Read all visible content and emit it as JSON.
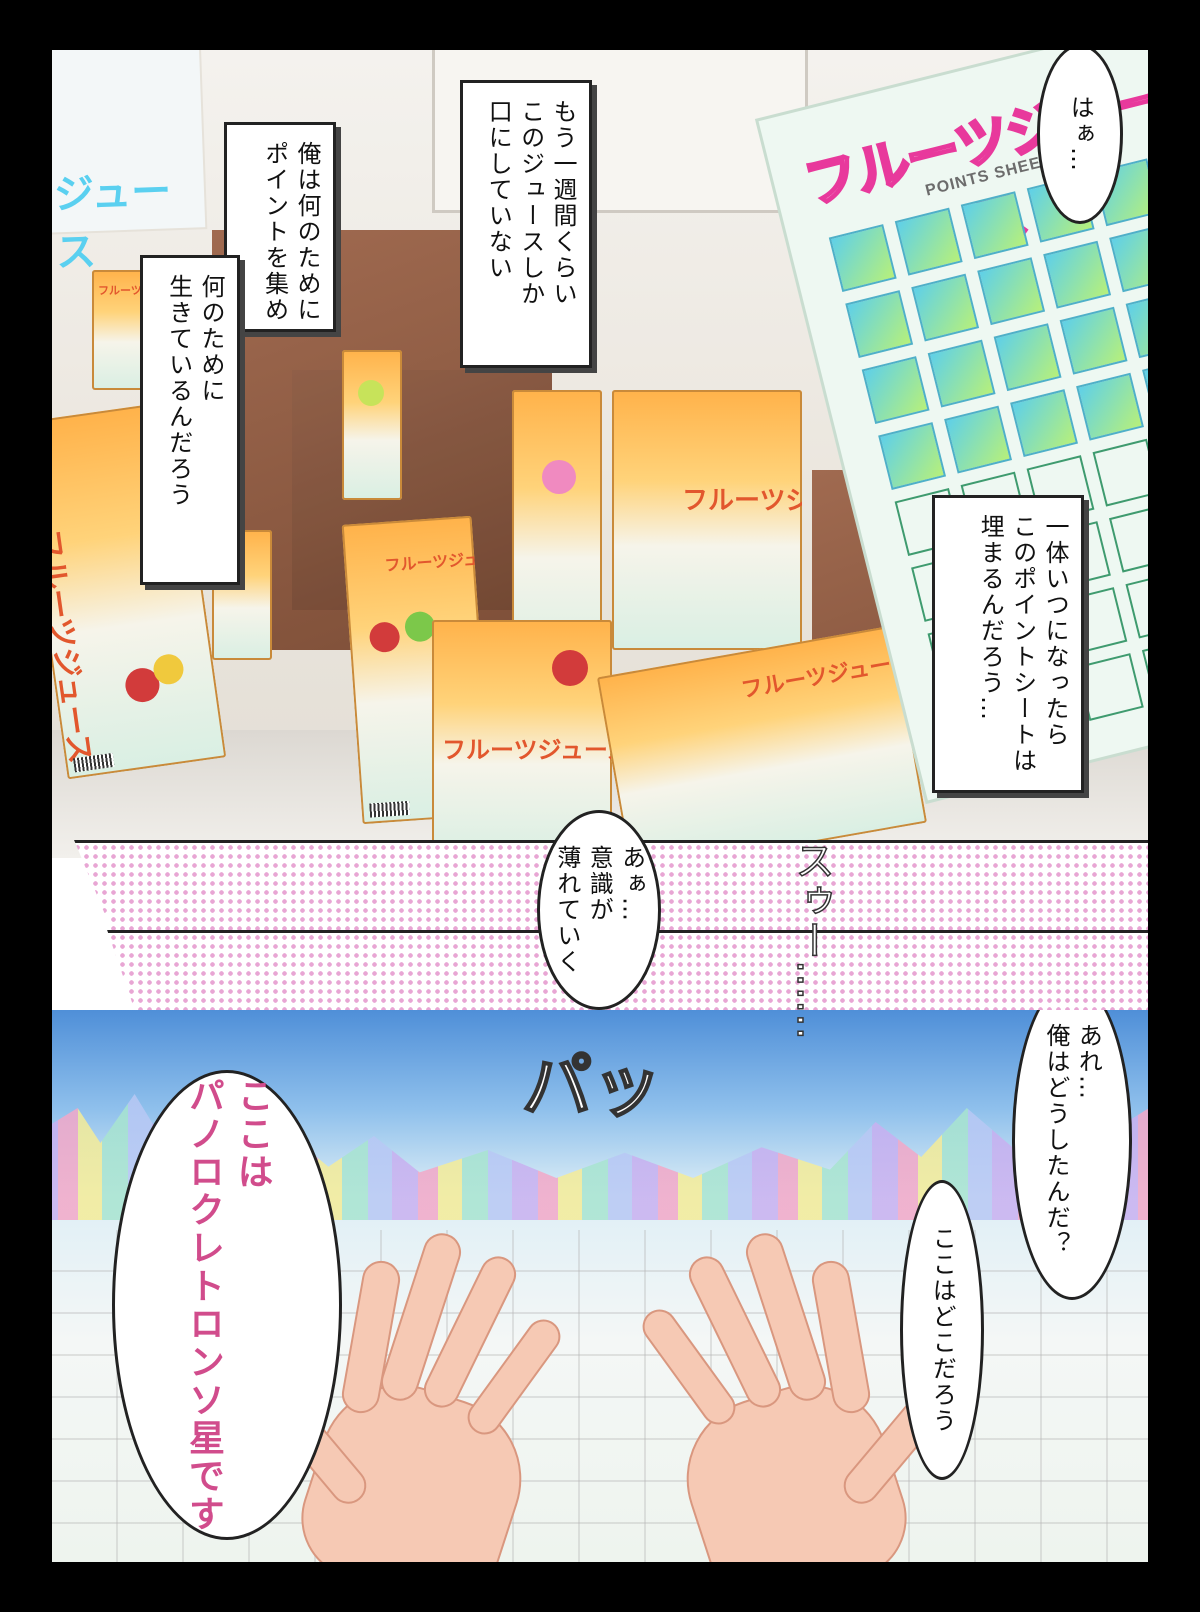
{
  "poster": {
    "text": "ジュース"
  },
  "carton": {
    "label": "フルーツジュース"
  },
  "points_sheet": {
    "title": "フルーツジュース",
    "subtitle": "POINTS SHEET",
    "filled_cells": 20,
    "total_cells": 40
  },
  "captions": {
    "juice_week": "もう一週間くらい\nこのジュースしか\n口にしていない",
    "why_points": "俺は何のために\nポイントを集め",
    "why_live": "何のために\n生きているんだろう",
    "when_filled": "一体いつになったら\nこのポイントシートは\n埋まるんだろう…"
  },
  "bubbles": {
    "sigh": "はぁ…",
    "fading": "あぁ…\n意識が\n薄れていく",
    "what_happened": "あれ…\n俺はどうしたんだ？",
    "where_is_this": "ここはどこだろう",
    "planet": "ここは\nパノロクレトロンソ星です"
  },
  "sfx": {
    "fade": "スゥー……",
    "pa": "パッ"
  },
  "colors": {
    "sheet_title": "#e8399c",
    "juice_orange": "#ffb24a",
    "planet_text": "#d14c8c",
    "screentone": "#e8a6d4"
  }
}
